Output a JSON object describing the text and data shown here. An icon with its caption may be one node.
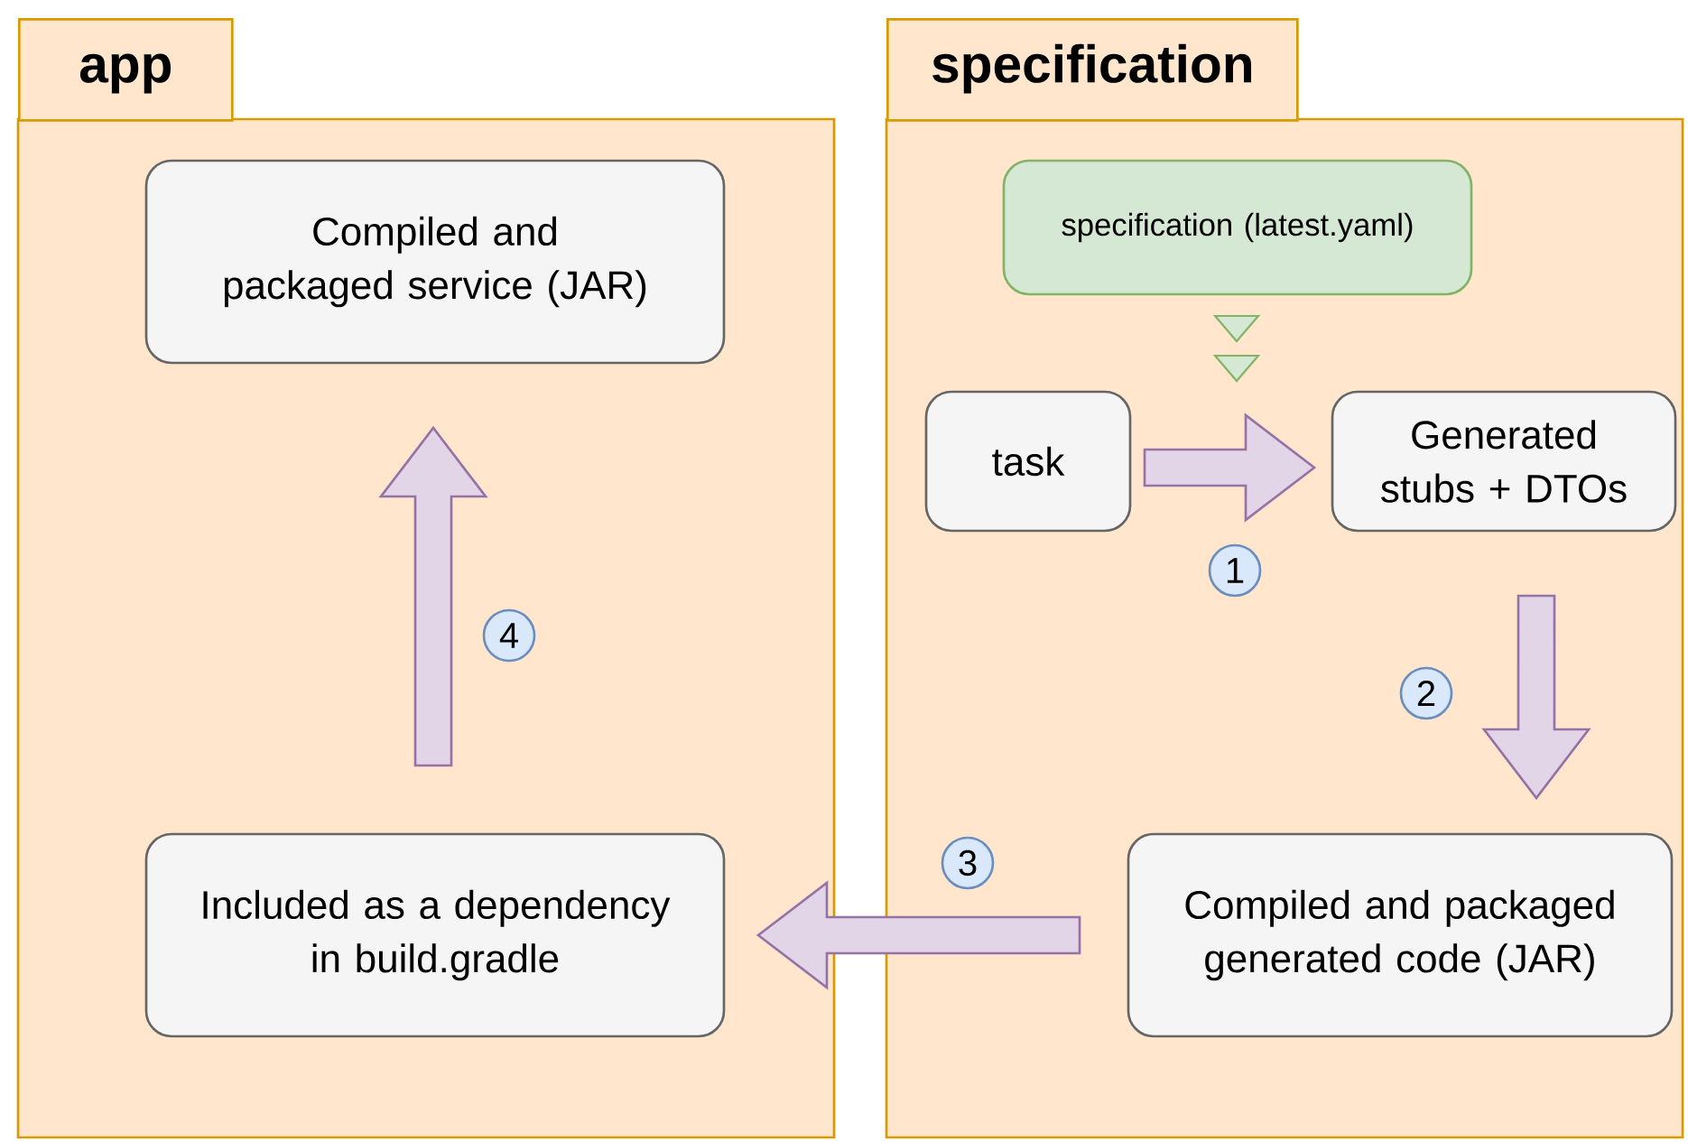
{
  "diagram": {
    "nodes": [
      {
        "text": [
          "app"
        ]
      },
      {
        "text": [
          "specification"
        ]
      },
      {
        "text": [
          "Compiled and packaged service (JAR)"
        ],
        "in": 0
      },
      {
        "text": [
          "Included as a dependency in build.gradle"
        ],
        "in": 0
      },
      {
        "text": [
          "specification (latest.yaml)"
        ],
        "in": 1
      },
      {
        "text": [
          "task"
        ],
        "in": 1
      },
      {
        "text": [
          "Generated stubs + DTOs"
        ],
        "in": 1
      },
      {
        "text": [
          "Compiled and packaged generated code (JAR)"
        ],
        "in": 1
      }
    ],
    "edges": [
      {
        "from": 5,
        "to": 6,
        "arrow": "to",
        "label": "1"
      },
      {
        "from": 6,
        "to": 7,
        "arrow": "to",
        "label": "2"
      },
      {
        "from": 7,
        "to": 3,
        "arrow": "to",
        "label": "3"
      },
      {
        "from": 3,
        "to": 2,
        "arrow": "to",
        "label": "4"
      }
    ]
  }
}
